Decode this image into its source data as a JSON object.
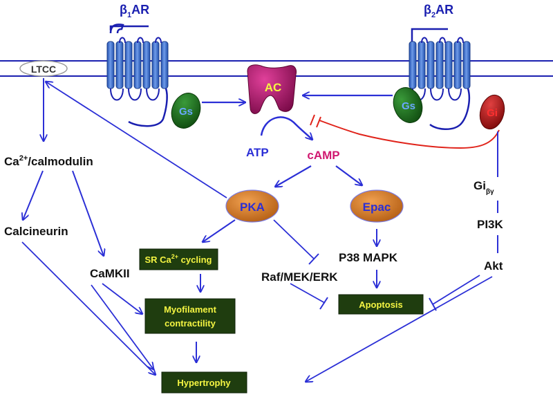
{
  "receptors": {
    "b1": {
      "greek": "β",
      "sub": "1",
      "rest": "AR"
    },
    "b2": {
      "greek": "β",
      "sub": "2",
      "rest": "AR"
    }
  },
  "ltcc": "LTCC",
  "ac": "AC",
  "gs_left": "Gs",
  "gs_right": "Gs",
  "gi": "Gi",
  "atp": "ATP",
  "camp": "cAMP",
  "pka": "PKA",
  "epac": "Epac",
  "ca_calmodulin": {
    "pre": "Ca",
    "sup": "2+",
    "post": "/calmodulin"
  },
  "calcineurin": "Calcineurin",
  "camkii": "CaMKII",
  "raf_mek_erk": "Raf/MEK/ERK",
  "p38": "P38 MAPK",
  "gi_bg": {
    "base": "Gi",
    "sub": "βγ"
  },
  "pi3k": "PI3K",
  "akt": "Akt",
  "boxes": {
    "sr_cycling": {
      "pre": "SR Ca",
      "sup": "2+",
      "post": " cycling"
    },
    "myofilament_1": "Myofilament",
    "myofilament_2": "contractility",
    "apoptosis": "Apoptosis",
    "hypertrophy": "Hypertrophy"
  },
  "colors": {
    "membrane": "#1a1fb0",
    "arrow": "#2b2fd6",
    "inhibit_red": "#e0231a",
    "receptor_blue": "#3b6fd4",
    "gs_green": "#1f6b1f",
    "gi_red": "#b81010",
    "ac_magenta": "#b0106a",
    "pka_orange": "#c8701c",
    "box_green": "#1f3d0f",
    "box_text_yellow": "#f5f542",
    "camp_pink": "#d01870"
  }
}
